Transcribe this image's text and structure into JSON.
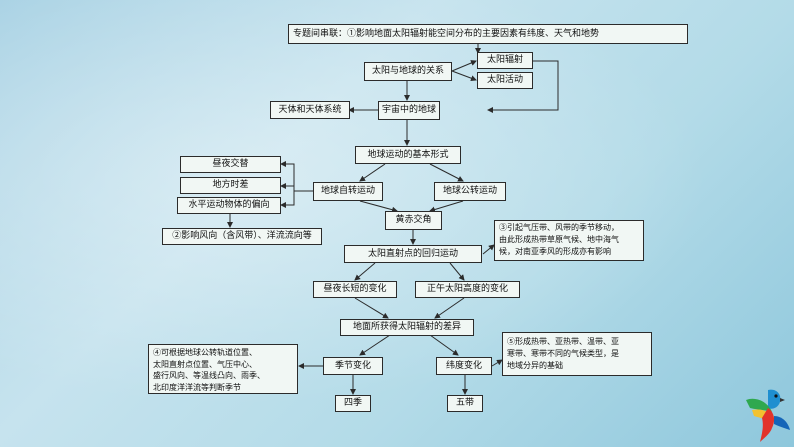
{
  "diagram": {
    "theme_note": "专题间串联：①影响地面太阳辐射能空间分布的主要因素有纬度、天气和地势",
    "nodes": {
      "sun_radiation": "太阳辐射",
      "sun_earth": "太阳与地球的关系",
      "sun_activity": "太阳活动",
      "celestial": "天体和天体系统",
      "universe_earth": "宇宙中的地球",
      "earth_motion": "地球运动的基本形式",
      "day_night": "昼夜交替",
      "local_time": "地方时差",
      "deflection": "水平运动物体的偏向",
      "rotation": "地球自转运动",
      "revolution": "地球公转运动",
      "note2": "②影响风向（含风带）、洋流流向等",
      "obliquity": "黄赤交角",
      "subsolar": "太阳直射点的回归运动",
      "day_length": "昼夜长短的变化",
      "noon_angle": "正午太阳高度的变化",
      "radiation_diff": "地面所获得太阳辐射的差异",
      "season_change": "季节变化",
      "latitude_change": "纬度变化",
      "four_seasons": "四季",
      "five_zones": "五带"
    },
    "note3_lines": [
      "③引起气压带、风带的季节移动，",
      "由此形成热带草原气候、地中海气",
      "候，对南亚季风的形成亦有影响"
    ],
    "note4_lines": [
      "④可根据地球公转轨道位置、",
      "太阳直射点位置、气压中心、",
      "盛行风向、等温线凸向、雨季、",
      "北印度洋洋流等判断季节"
    ],
    "note5_lines": [
      "⑤形成热带、亚热带、温带、亚",
      "寒带、寒带不同的气候类型，是",
      "地域分异的基础"
    ]
  },
  "colors": {
    "line": "#2b2b2b",
    "box_fill": "#f1f7f4"
  },
  "icons": {
    "corner": "parrot-icon"
  }
}
